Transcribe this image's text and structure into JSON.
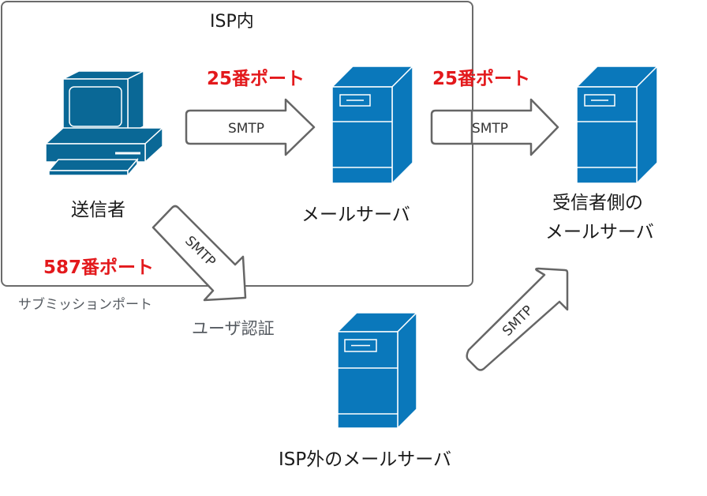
{
  "isp_box": {
    "title": "ISP内"
  },
  "nodes": {
    "sender": {
      "label": "送信者",
      "icon": "computer-icon"
    },
    "isp_mail_server": {
      "label": "メールサーバ",
      "icon": "server-icon"
    },
    "recipient_mail_server": {
      "label_line1": "受信者側の",
      "label_line2": "メールサーバ",
      "icon": "server-icon"
    },
    "external_mail_server": {
      "label": "ISP外のメールサーバ",
      "icon": "server-icon"
    }
  },
  "arrows": {
    "sender_to_isp": {
      "label": "SMTP",
      "port": "25番ポート"
    },
    "isp_to_recipient": {
      "label": "SMTP",
      "port": "25番ポート"
    },
    "sender_to_external": {
      "label": "SMTP",
      "port": "587番ポート",
      "port_note": "サブミッションポート",
      "auth_note": "ユーザ認証"
    },
    "external_to_recipient": {
      "label": "SMTP"
    }
  },
  "colors": {
    "device_blue": "#0a6fa8",
    "port_red": "#e3191c",
    "border_gray": "#666666"
  }
}
